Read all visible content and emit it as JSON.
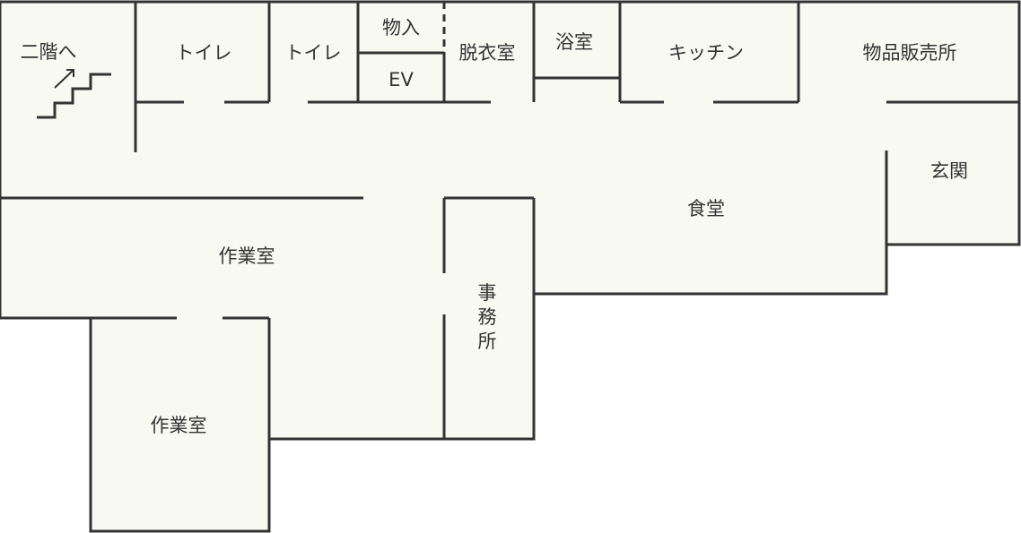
{
  "colors": {
    "floor": "#f8f9f0",
    "wall": "#333333",
    "text": "#333333"
  },
  "rooms": {
    "stairs_up": "二階へ",
    "toilet_1": "トイレ",
    "toilet_2": "トイレ",
    "storage": "物入",
    "ev": "EV",
    "dressing_room": "脱衣室",
    "bathroom": "浴室",
    "kitchen": "キッチン",
    "shop": "物品販売所",
    "entrance": "玄関",
    "dining": "食堂",
    "workroom_1": "作業室",
    "office": "事務所",
    "workroom_2": "作業室"
  },
  "icons": {
    "stairs": "stairs-icon",
    "arrow": "arrow-up-right-icon"
  }
}
